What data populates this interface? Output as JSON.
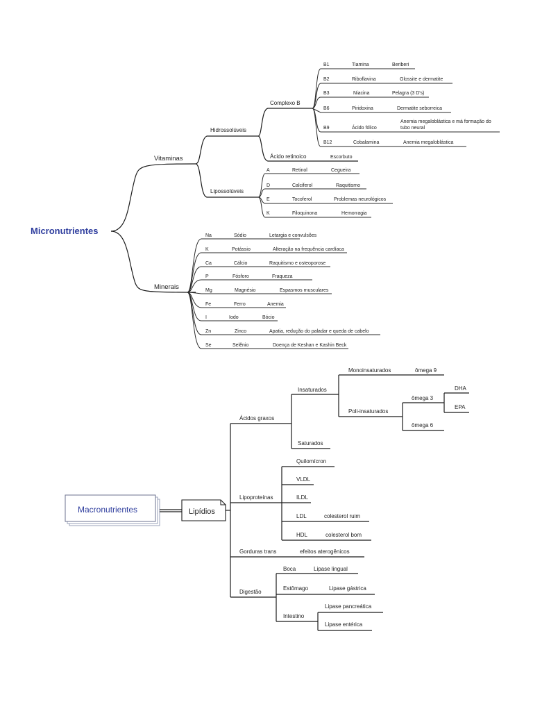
{
  "micro": {
    "title": "Micronutrientes",
    "vitaminas": {
      "label": "Vitaminas",
      "hidro": {
        "label": "Hidrossolúveis",
        "complexo_b": {
          "label": "Complexo B",
          "items": [
            {
              "code": "B1",
              "name": "Tiamina",
              "disease": "Beriberi"
            },
            {
              "code": "B2",
              "name": "Riboflavina",
              "disease": "Glossite e dermatite"
            },
            {
              "code": "B3",
              "name": "Niacina",
              "disease": "Pelagra (3 D's)"
            },
            {
              "code": "B6",
              "name": "Piridoxina",
              "disease": "Dermatite seborreica"
            },
            {
              "code": "B9",
              "name": "Ácido fólico",
              "disease": "Anemia megaloblástica e má formação do",
              "disease2": "tubo neural"
            },
            {
              "code": "B12",
              "name": "Cobalamina",
              "disease": "Anemia megaloblástica"
            }
          ]
        },
        "acido": {
          "name": "Ácido retinoico",
          "disease": "Escorbuto"
        }
      },
      "lipo": {
        "label": "Lipossolúveis",
        "items": [
          {
            "code": "A",
            "name": "Retinol",
            "disease": "Cegueira"
          },
          {
            "code": "D",
            "name": "Calciferol",
            "disease": "Raquitismo"
          },
          {
            "code": "E",
            "name": "Tocoferol",
            "disease": "Problemas neurológicos"
          },
          {
            "code": "K",
            "name": "Filoquinona",
            "disease": "Hemorragia"
          }
        ]
      }
    },
    "minerais": {
      "label": "Minerais",
      "items": [
        {
          "code": "Na",
          "name": "Sódio",
          "disease": "Letargia e convulsões"
        },
        {
          "code": "K",
          "name": "Potássio",
          "disease": "Alteração na frequência cardíaca"
        },
        {
          "code": "Ca",
          "name": "Cálcio",
          "disease": "Raquitismo e osteoporose"
        },
        {
          "code": "P",
          "name": "Fósforo",
          "disease": "Fraqueza"
        },
        {
          "code": "Mg",
          "name": "Magnésio",
          "disease": "Espasmos musculares"
        },
        {
          "code": "Fe",
          "name": "Ferro",
          "disease": "Anemia"
        },
        {
          "code": "I",
          "name": "Iodo",
          "disease": "Bócio"
        },
        {
          "code": "Zn",
          "name": "Zinco",
          "disease": "Apatia, redução do paladar e queda de cabelo"
        },
        {
          "code": "Se",
          "name": "Selênio",
          "disease": "Doença de Keshan e Kashin Beck"
        }
      ]
    }
  },
  "macro": {
    "title": "Macronutrientes",
    "lipidios": "Lipídios",
    "acidos": {
      "label": "Ácidos graxos",
      "insaturados": "Insaturados",
      "mono": "Monoinsaturados",
      "omega9": "ômega 9",
      "poli": "Poli-insaturados",
      "omega3": "ômega 3",
      "dha": "DHA",
      "epa": "EPA",
      "omega6": "ômega 6",
      "saturados": "Saturados"
    },
    "lipo": {
      "label": "Lipoproteínas",
      "quilo": "Quilomícron",
      "vldl": "VLDL",
      "ildl": "ILDL",
      "ldl": "LDL",
      "ldl_desc": "colesterol ruim",
      "hdl": "HDL",
      "hdl_desc": "colesterol bom"
    },
    "trans": {
      "label": "Gorduras trans",
      "desc": "efeitos aterogênicos"
    },
    "digestao": {
      "label": "Digestão",
      "boca": "Boca",
      "boca_desc": "Lipase lingual",
      "estomago": "Estômago",
      "estomago_desc": "Lipase gástrica",
      "intestino": "Intestino",
      "pancreatica": "Lipase pancreática",
      "enterica": "Lipase entérica"
    }
  },
  "colors": {
    "accent": "#2f3e9e",
    "line": "#1a1a1a"
  }
}
